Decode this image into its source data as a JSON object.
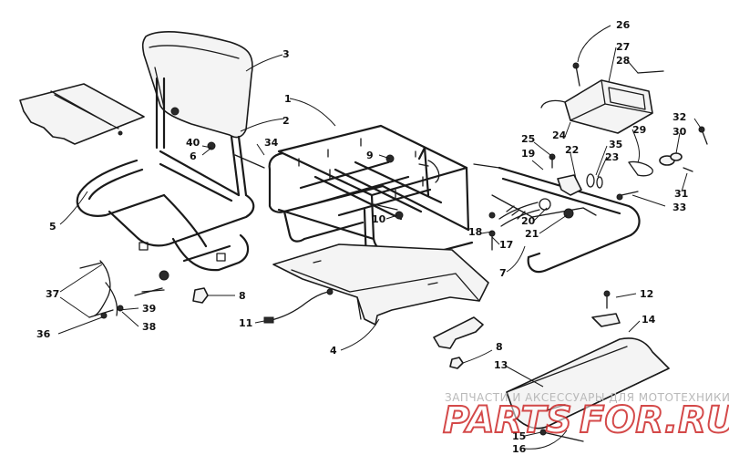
{
  "callouts": {
    "c1": "1",
    "c2": "2",
    "c3": "3",
    "c4": "4",
    "c5": "5",
    "c6": "6",
    "c7": "7",
    "c8a": "8",
    "c8b": "8",
    "c9": "9",
    "c10": "10",
    "c11": "11",
    "c12": "12",
    "c13": "13",
    "c14": "14",
    "c15": "15",
    "c16": "16",
    "c17": "17",
    "c18": "18",
    "c19": "19",
    "c20": "20",
    "c21": "21",
    "c22": "22",
    "c23": "23",
    "c24": "24",
    "c25": "25",
    "c26": "26",
    "c27": "27",
    "c28": "28",
    "c29": "29",
    "c30": "30",
    "c31": "31",
    "c32": "32",
    "c33": "33",
    "c34": "34",
    "c35": "35",
    "c36": "36",
    "c37": "37",
    "c38": "38",
    "c39": "39",
    "c40": "40"
  },
  "watermark": {
    "caption": "ЗАПЧАСТИ И АКСЕССУАРЫ ДЛЯ МОТОТЕХНИКИ",
    "logo_left": "PARTS",
    "logo_right": "FOR.RU"
  }
}
